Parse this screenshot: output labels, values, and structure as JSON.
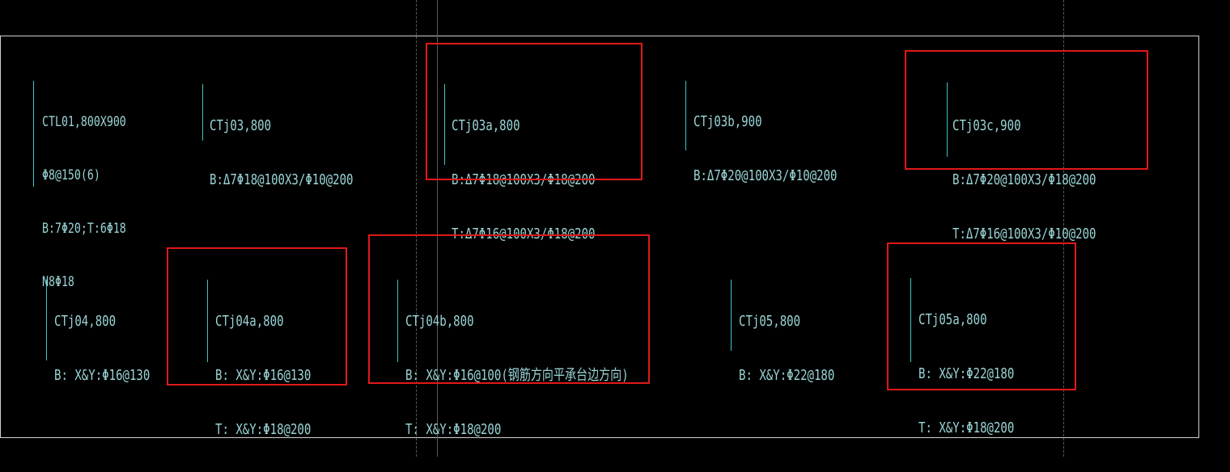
{
  "colors": {
    "background": "#000000",
    "text": "#9ad4d6",
    "leader_line": "#3ac6c6",
    "highlight": "#e01818",
    "frame": "#d0d0d0",
    "guide": "#5a5a5a"
  },
  "labels": {
    "ctl01": {
      "lines": [
        "CTL01,800X900",
        "Φ8@150(6)",
        "B:7Φ20;T:6Φ18",
        "N8Φ18"
      ]
    },
    "ctj03": {
      "lines": [
        "CTj03,800",
        "B:Δ7Φ18@100X3/Φ10@200"
      ]
    },
    "ctj03a": {
      "lines": [
        "CTj03a,800",
        "B:Δ7Φ18@100X3/Φ18@200",
        "T:Δ7Φ16@100X3/Φ18@200"
      ]
    },
    "ctj03b": {
      "lines": [
        "CTj03b,900",
        "B:Δ7Φ20@100X3/Φ10@200"
      ]
    },
    "ctj03c": {
      "lines": [
        "CTj03c,900",
        "B:Δ7Φ20@100X3/Φ18@200",
        "T:Δ7Φ16@100X3/Φ10@200"
      ]
    },
    "ctj04": {
      "lines": [
        "CTj04,800",
        "B: X&Y:Φ16@130"
      ]
    },
    "ctj04a": {
      "lines": [
        "CTj04a,800",
        "B: X&Y:Φ16@130",
        "T: X&Y:Φ18@200"
      ]
    },
    "ctj04b": {
      "lines": [
        "CTj04b,800",
        "B: X&Y:Φ16@100(钢筋方向平承台边方向)",
        "T: X&Y:Φ18@200"
      ]
    },
    "ctj05": {
      "lines": [
        "CTj05,800",
        "B: X&Y:Φ22@180"
      ]
    },
    "ctj05a": {
      "lines": [
        "CTj05a,800",
        "B: X&Y:Φ22@180",
        "T: X&Y:Φ18@200"
      ]
    }
  }
}
